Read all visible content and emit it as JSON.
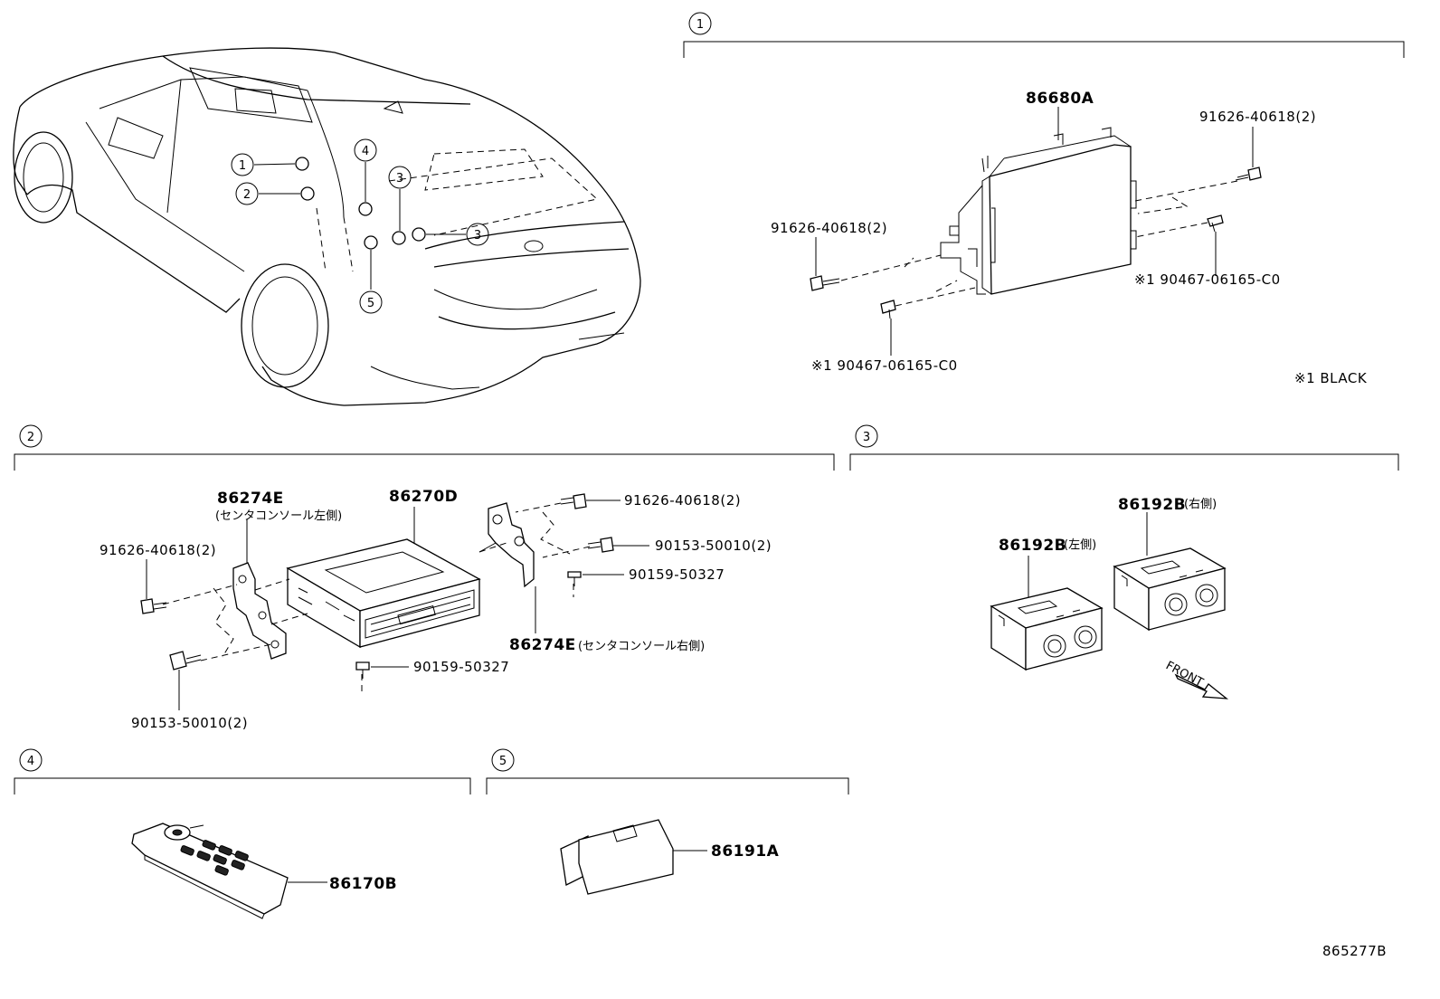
{
  "sections": {
    "s1": "1",
    "s2": "2",
    "s3": "3",
    "s4": "4",
    "s5": "5"
  },
  "car_callouts": {
    "c1": "1",
    "c2": "2",
    "c3a": "3",
    "c3b": "3",
    "c4": "4",
    "c5": "5"
  },
  "group1": {
    "main": "86680A",
    "bolt_right": "91626-40618(2)",
    "bolt_left": "91626-40618(2)",
    "screw_right": "※1 90467-06165-C0",
    "screw_bottom": "※1 90467-06165-C0",
    "note": "※1 BLACK"
  },
  "group2": {
    "bracket_left": "86274E",
    "bracket_left_note": "(センタコンソール左側)",
    "main": "86270D",
    "bolt_top": "91626-40618(2)",
    "bolt_left": "91626-40618(2)",
    "bolt_mid": "90153-50010(2)",
    "screw_right": "90159-50327",
    "bracket_right": "86274E",
    "bracket_right_note": "(センタコンソール右側)",
    "screw_bottom": "90159-50327",
    "bolt_bottom": "90153-50010(2)"
  },
  "group3": {
    "right_part": "86192B",
    "right_note": "(右側)",
    "left_part": "86192B",
    "left_note": "(左側)",
    "front": "FRONT"
  },
  "group4": {
    "main": "86170B"
  },
  "group5": {
    "main": "86191A"
  },
  "figure_id": "865277B"
}
